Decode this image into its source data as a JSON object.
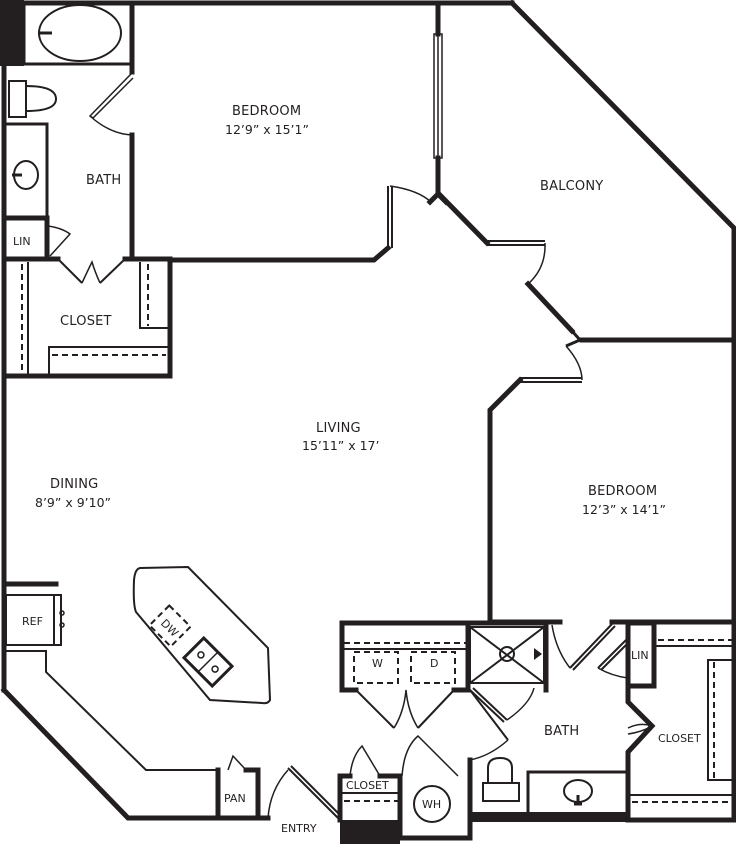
{
  "plan": {
    "colors": {
      "ink": "#231f20",
      "background": "#ffffff"
    },
    "rooms": {
      "bedroom1": {
        "label": "BEDROOM",
        "dims": "12’9” x 15’1”"
      },
      "bath1": {
        "label": "BATH"
      },
      "lin1": {
        "label": "LIN"
      },
      "closet1": {
        "label": "CLOSET"
      },
      "balcony": {
        "label": "BALCONY"
      },
      "living": {
        "label": "LIVING",
        "dims": "15’11” x 17’"
      },
      "dining": {
        "label": "DINING",
        "dims": "8’9” x 9’10”"
      },
      "bedroom2": {
        "label": "BEDROOM",
        "dims": "12’3” x 14’1”"
      },
      "bath2": {
        "label": "BATH"
      },
      "lin2": {
        "label": "LIN"
      },
      "closet2": {
        "label": "CLOSET"
      },
      "closet3": {
        "label": "CLOSET"
      },
      "entry": {
        "label": "ENTRY"
      },
      "pantry": {
        "label": "PAN"
      }
    },
    "fixtures": {
      "refrigerator": "REF",
      "dishwasher": "DW",
      "washer": "W",
      "dryer": "D",
      "water_heater": "WH"
    }
  }
}
